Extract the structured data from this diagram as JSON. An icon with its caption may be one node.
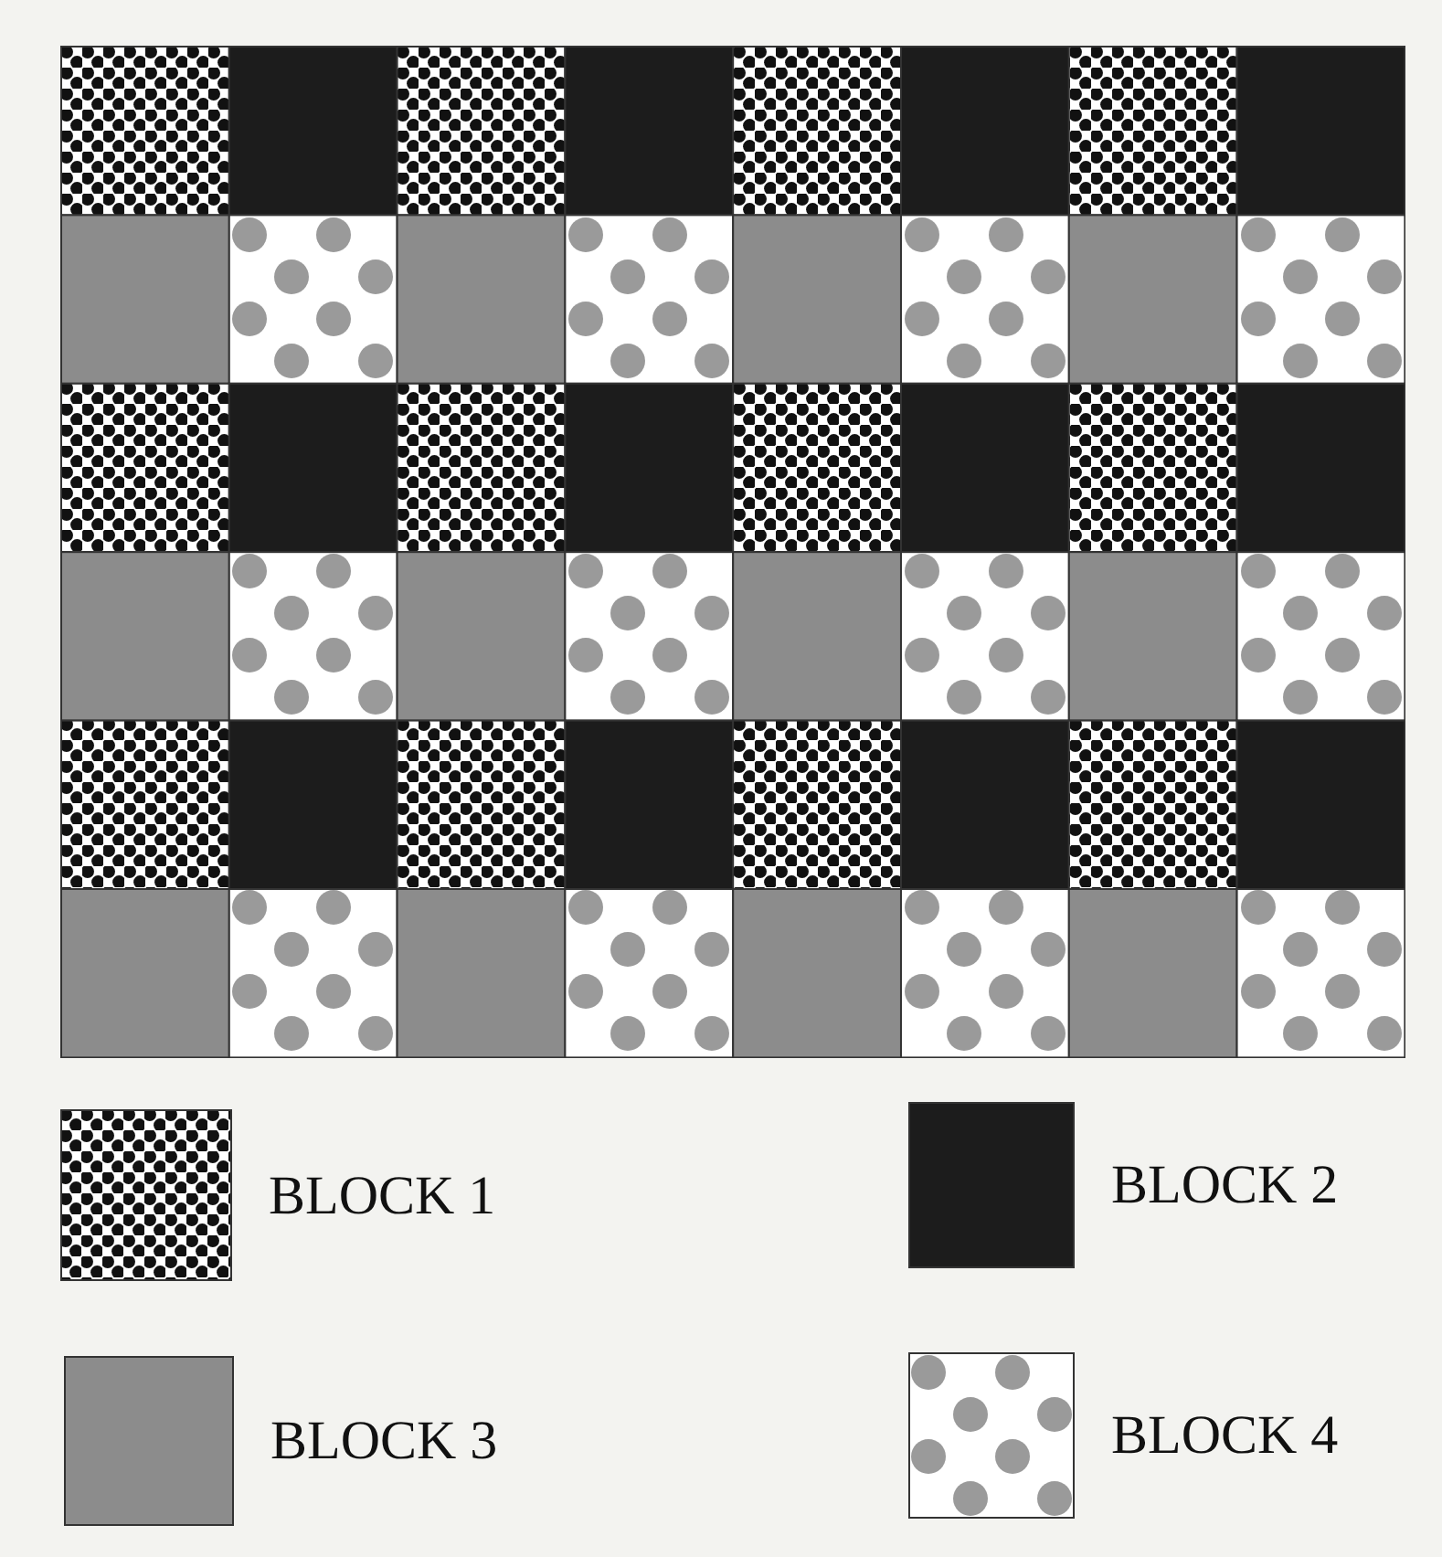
{
  "diagram": {
    "legend": [
      {
        "text": "BLOCK 1"
      },
      {
        "text": "BLOCK 2",
        "color": "#1c1c1c"
      },
      {
        "text": "BLOCK 3",
        "color": "#8c8c8c"
      },
      {
        "text": "BLOCK 4"
      }
    ]
  }
}
